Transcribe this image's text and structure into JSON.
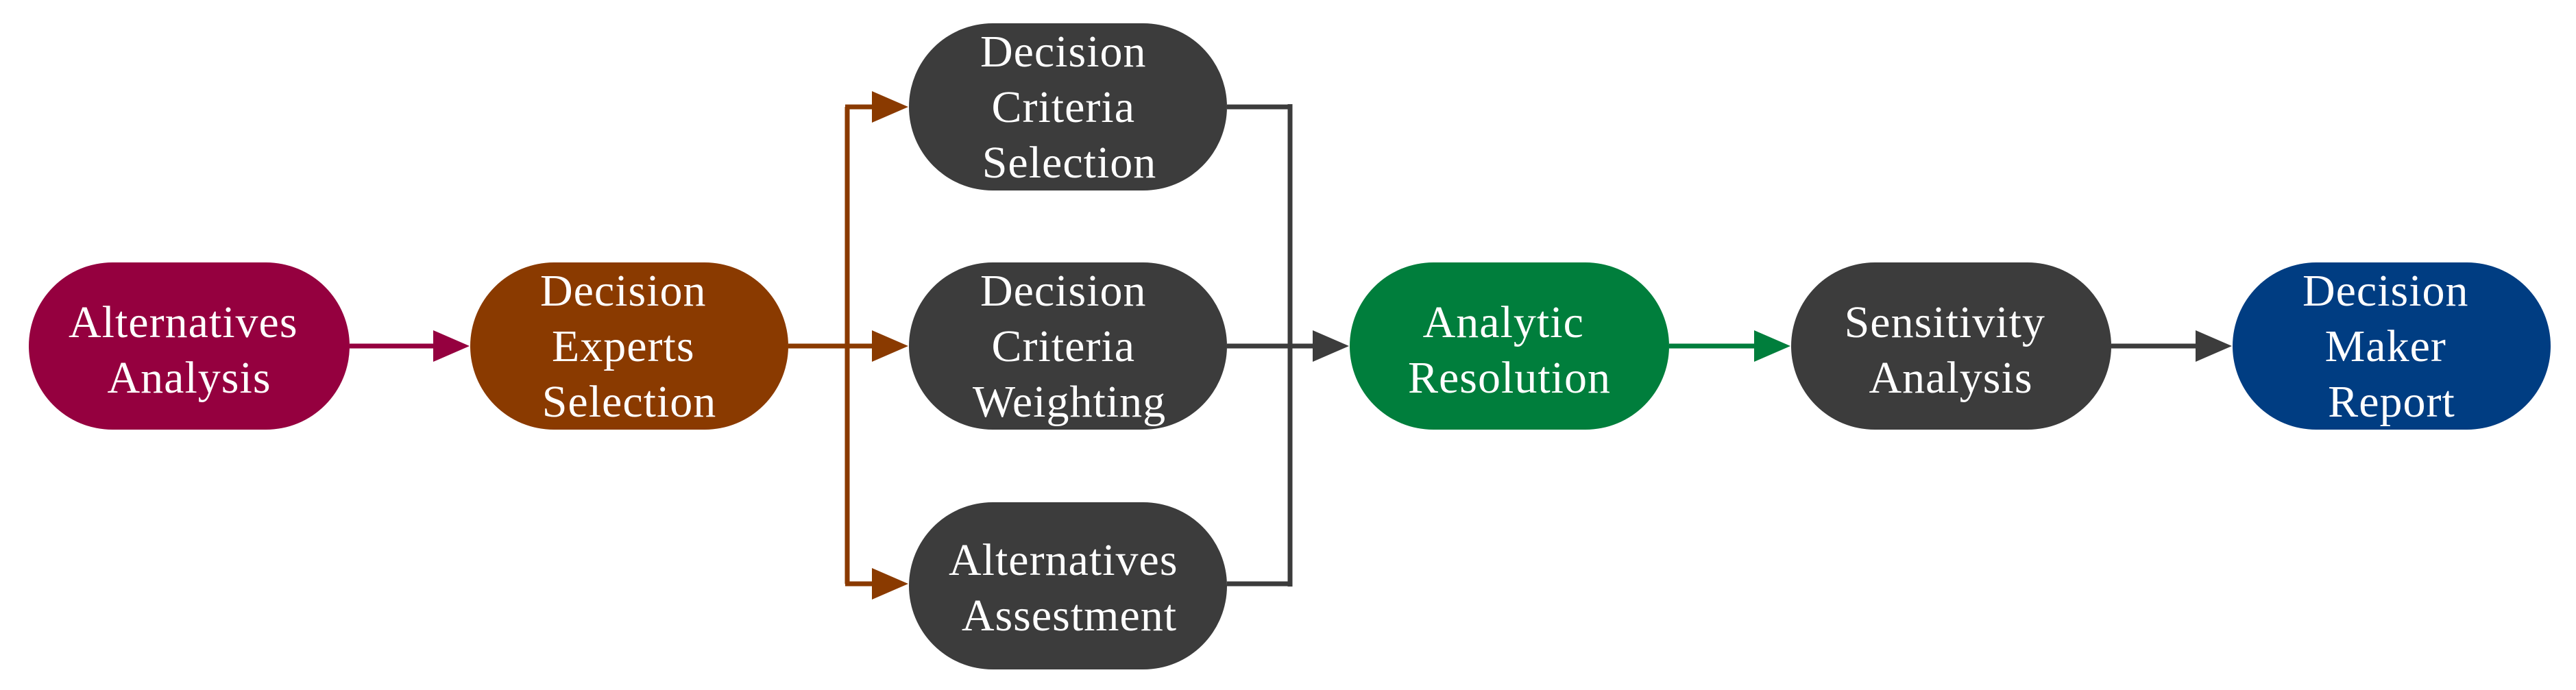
{
  "colors": {
    "alternatives_analysis": "#95003F",
    "decision_experts": "#8A3A00",
    "gray_node": "#3C3C3C",
    "analytic_resolution": "#007E3C",
    "decision_maker_report": "#003D82",
    "background": "#FFFFFF"
  },
  "nodes": {
    "alternatives_analysis": {
      "lines": [
        "Alternatives",
        "Analysis"
      ]
    },
    "decision_experts_selection": {
      "lines": [
        "Decision",
        "Experts",
        "Selection"
      ]
    },
    "decision_criteria_selection": {
      "lines": [
        "Decision",
        "Criteria",
        "Selection"
      ]
    },
    "decision_criteria_weighting": {
      "lines": [
        "Decision",
        "Criteria",
        "Weighting"
      ]
    },
    "alternatives_assessment": {
      "lines": [
        "Alternatives",
        "Assestment"
      ]
    },
    "analytic_resolution": {
      "lines": [
        "Analytic",
        "Resolution"
      ]
    },
    "sensitivity_analysis": {
      "lines": [
        "Sensitivity",
        "Analysis"
      ]
    },
    "decision_maker_report": {
      "lines": [
        "Decision",
        "Maker",
        "Report"
      ]
    }
  }
}
